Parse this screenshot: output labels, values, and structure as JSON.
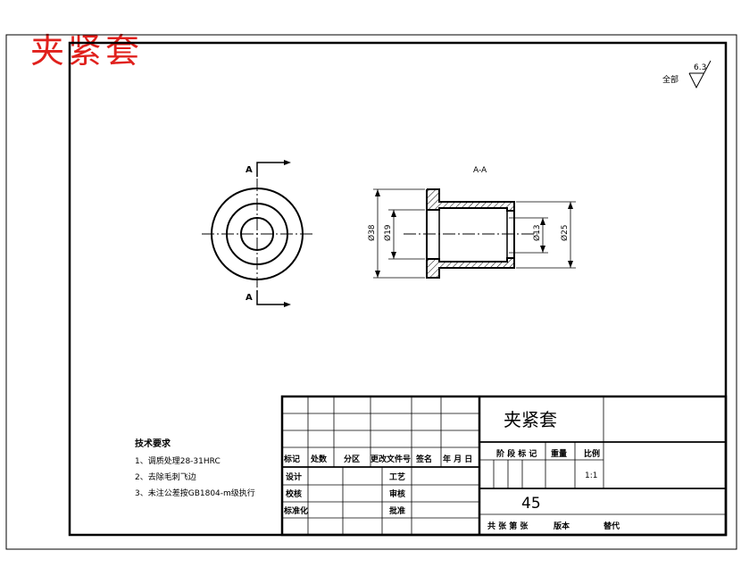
{
  "header": {
    "title": "夹紧套"
  },
  "surface_finish": {
    "label": "全部",
    "value": "6.3"
  },
  "views": {
    "front": {
      "section_mark_top": "A",
      "section_mark_bottom": "A"
    },
    "section": {
      "label": "A-A"
    }
  },
  "dimensions": {
    "outer_flange": "Ø38",
    "flange_bore": "Ø19",
    "inner_bore": "Ø13",
    "sleeve_outer": "Ø25"
  },
  "tech_requirements": {
    "heading": "技术要求",
    "items": [
      "1、调质处理28-31HRC",
      "2、去除毛刺飞边",
      "3、未注公差按GB1804-m级执行"
    ]
  },
  "title_block": {
    "part_name": "夹紧套",
    "material": "45",
    "row_labels": {
      "mark": "标记",
      "count": "处数",
      "zone": "分区",
      "change_doc": "更改文件号",
      "sign": "签名",
      "date": "年 月 日"
    },
    "roles": {
      "design": "设计",
      "check": "校核",
      "standard": "标准化",
      "process": "工艺",
      "review": "审核",
      "approve": "批准"
    },
    "stage_labels": "阶 段 标 记",
    "weight": "重量",
    "scale_label": "比例",
    "scale_value": "1:1",
    "sheets": "共 张 第 张",
    "version": "版本",
    "replace": "替代"
  }
}
